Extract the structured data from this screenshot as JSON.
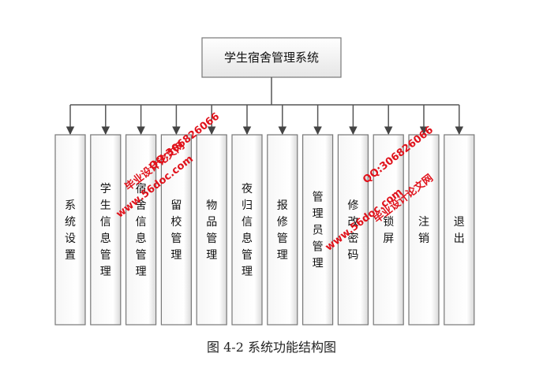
{
  "root": {
    "label": "学生宿舍管理系统"
  },
  "modules": [
    {
      "id": "sys-settings",
      "label": "系统设置"
    },
    {
      "id": "student-info",
      "label": "学生信息管理"
    },
    {
      "id": "dorm-info",
      "label": "宿舍信息管理"
    },
    {
      "id": "stay-school",
      "label": "留校管理"
    },
    {
      "id": "goods",
      "label": "物品管理"
    },
    {
      "id": "night-return",
      "label": "夜归信息管理"
    },
    {
      "id": "repair",
      "label": "报修管理"
    },
    {
      "id": "admin",
      "label": "管理员管理"
    },
    {
      "id": "change-password",
      "label": "修改密码"
    },
    {
      "id": "lock-screen",
      "label": "锁屏"
    },
    {
      "id": "logout",
      "label": "注销"
    },
    {
      "id": "exit",
      "label": "退出"
    }
  ],
  "caption": "图 4-2 系统功能结构图",
  "watermarks": [
    {
      "line1": "毕业设计论文网",
      "line2": "www.56doc.com",
      "line3": "QQ:306826066"
    },
    {
      "line1": "毕业设计论文网",
      "line2": "www.56doc.com",
      "line3": "QQ:306826066"
    }
  ],
  "colors": {
    "line": "#555555",
    "box_border": "#777777",
    "box_fill_top": "#fafafa",
    "box_fill_bottom": "#e2e2e2",
    "watermark": "#e0121b"
  }
}
